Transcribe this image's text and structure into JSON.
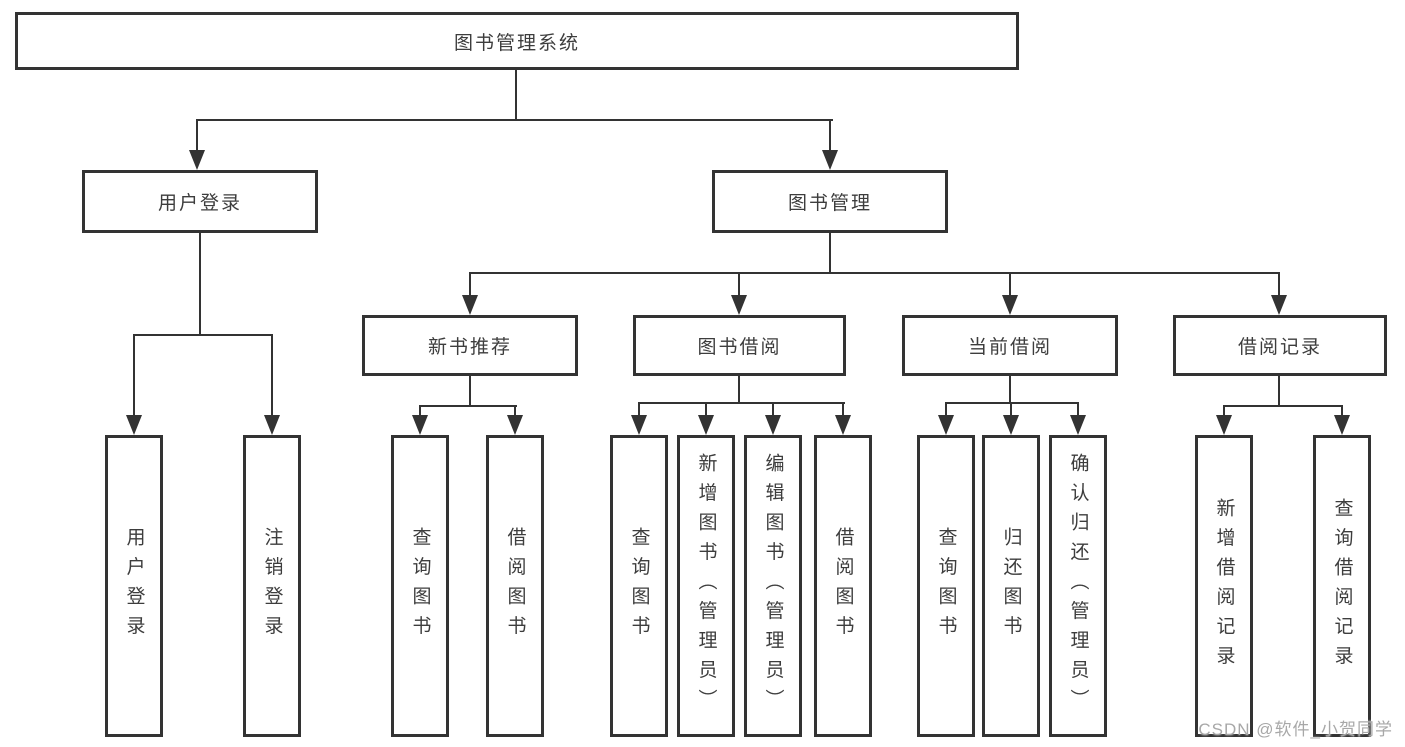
{
  "nodes": {
    "root": "图书管理系统",
    "user_login": "用户登录",
    "book_mgmt": "图书管理",
    "new_book_rec": "新书推荐",
    "book_borrow": "图书借阅",
    "current_borrow": "当前借阅",
    "borrow_records": "借阅记录",
    "leaf_user_login": "用户登录",
    "leaf_logout": "注销登录",
    "leaf_query_book_rec": "查询图书",
    "leaf_borrow_book_rec": "借阅图书",
    "leaf_query_book_borrow": "查询图书",
    "leaf_add_book": "新增图书（管理员）",
    "leaf_edit_book": "编辑图书（管理员）",
    "leaf_borrow_book_borrow": "借阅图书",
    "leaf_query_book_current": "查询图书",
    "leaf_return_book": "归还图书",
    "leaf_confirm_return": "确认归还（管理员）",
    "leaf_add_borrow_record": "新增借阅记录",
    "leaf_query_borrow_record": "查询借阅记录"
  },
  "watermark": "CSDN @软件_小贺同学",
  "colors": {
    "line": "#333333",
    "text": "#3d3d3d",
    "watermark": "#a8a8a8",
    "background": "#ffffff"
  }
}
